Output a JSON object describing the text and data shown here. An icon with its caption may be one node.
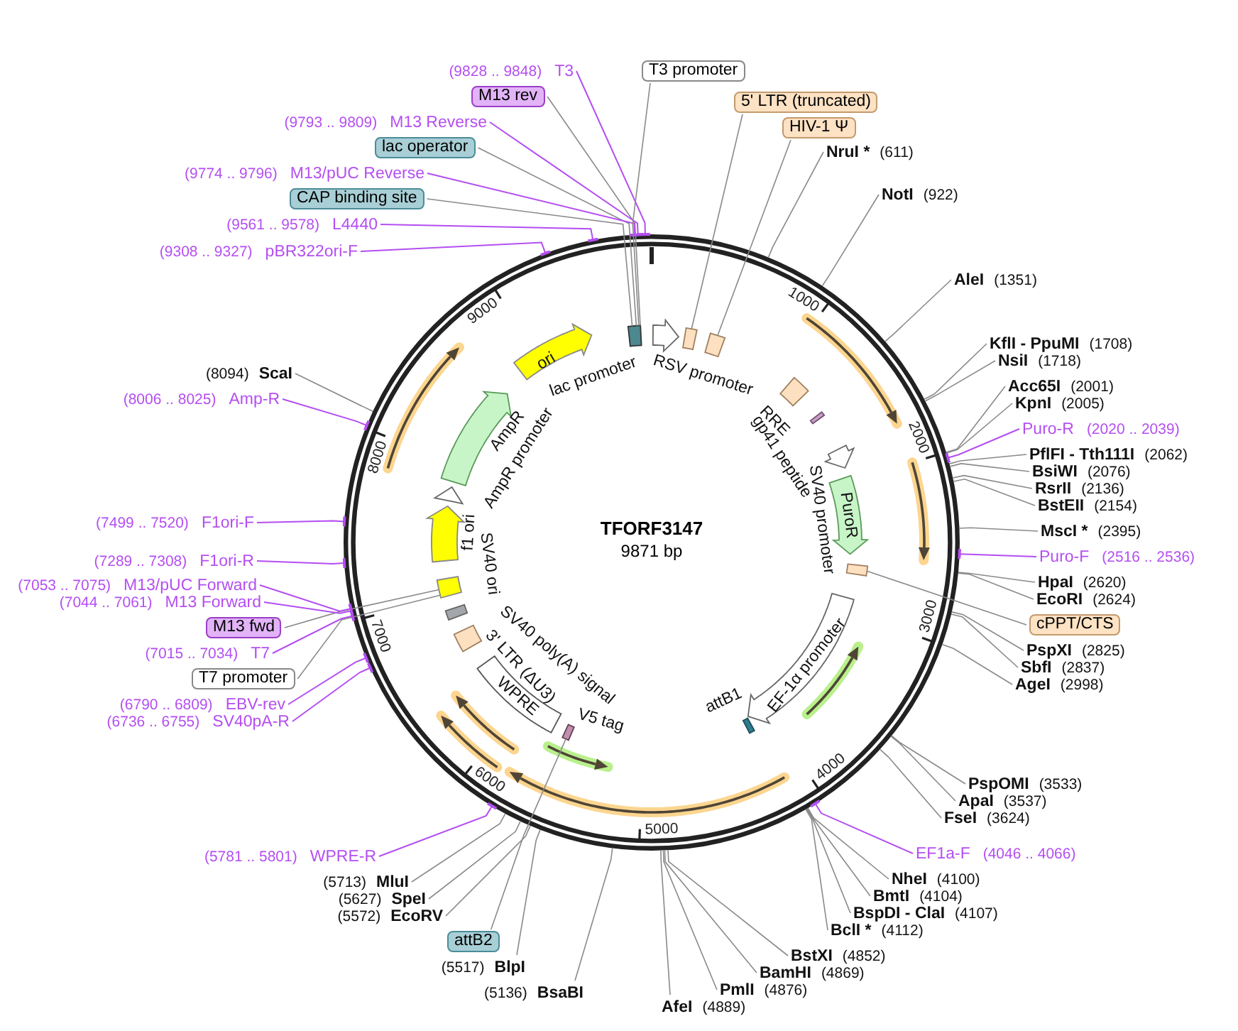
{
  "diagram": {
    "title": "TFORF3147",
    "nodes": [
      {
        "text": [
          "(9828 .. 9848)",
          "T3"
        ]
      },
      {
        "text": [
          "M13 rev"
        ]
      },
      {
        "text": [
          "(9793 .. 9809)",
          "M13 Reverse"
        ]
      },
      {
        "text": [
          "lac operator"
        ]
      },
      {
        "text": [
          "(9774 .. 9796)",
          "M13/pUC Reverse"
        ]
      },
      {
        "text": [
          "CAP binding site"
        ]
      },
      {
        "text": [
          "(9561 .. 9578)",
          "L4440"
        ]
      },
      {
        "text": [
          "(9308 .. 9327)",
          "pBR322ori-F"
        ]
      },
      {
        "text": [
          "T3 promoter"
        ]
      },
      {
        "text": [
          "5' LTR (truncated)"
        ]
      },
      {
        "text": [
          "HIV-1 Ψ"
        ]
      },
      {
        "text": [
          "NruI *",
          "(611)"
        ]
      },
      {
        "text": [
          "NotI",
          "(922)"
        ]
      },
      {
        "text": [
          "AleI",
          "(1351)"
        ]
      },
      {
        "text": [
          "KflI - PpuMI",
          "(1708)"
        ]
      },
      {
        "text": [
          "NsiI",
          "(1718)"
        ]
      },
      {
        "text": [
          "Acc65I",
          "(2001)"
        ]
      },
      {
        "text": [
          "KpnI",
          "(2005)"
        ]
      },
      {
        "text": [
          "Puro-R",
          "(2020 .. 2039)"
        ]
      },
      {
        "text": [
          "PflFI - Tth111I",
          "(2062)"
        ]
      },
      {
        "text": [
          "BsiWI",
          "(2076)"
        ]
      },
      {
        "text": [
          "RsrII",
          "(2136)"
        ]
      },
      {
        "text": [
          "BstEII",
          "(2154)"
        ]
      },
      {
        "text": [
          "MscI *",
          "(2395)"
        ]
      },
      {
        "text": [
          "Puro-F",
          "(2516 .. 2536)"
        ]
      },
      {
        "text": [
          "HpaI",
          "(2620)"
        ]
      },
      {
        "text": [
          "EcoRI",
          "(2624)"
        ]
      },
      {
        "text": [
          "cPPT/CTS"
        ]
      },
      {
        "text": [
          "PspXI",
          "(2825)"
        ]
      },
      {
        "text": [
          "SbfI",
          "(2837)"
        ]
      },
      {
        "text": [
          "AgeI",
          "(2998)"
        ]
      },
      {
        "text": [
          "PspOMI",
          "(3533)"
        ]
      },
      {
        "text": [
          "ApaI",
          "(3537)"
        ]
      },
      {
        "text": [
          "FseI",
          "(3624)"
        ]
      },
      {
        "text": [
          "EF1a-F",
          "(4046 .. 4066)"
        ]
      },
      {
        "text": [
          "NheI",
          "(4100)"
        ]
      },
      {
        "text": [
          "BmtI",
          "(4104)"
        ]
      },
      {
        "text": [
          "BspDI - ClaI",
          "(4107)"
        ]
      },
      {
        "text": [
          "BclI *",
          "(4112)"
        ]
      },
      {
        "text": [
          "BstXI",
          "(4852)"
        ]
      },
      {
        "text": [
          "BamHI",
          "(4869)"
        ]
      },
      {
        "text": [
          "PmlI",
          "(4876)"
        ]
      },
      {
        "text": [
          "AfeI",
          "(4889)"
        ]
      },
      {
        "text": [
          "(5136)",
          "BsaBI"
        ]
      },
      {
        "text": [
          "(5517)",
          "BlpI"
        ]
      },
      {
        "text": [
          "attB2"
        ]
      },
      {
        "text": [
          "(5572)",
          "EcoRV"
        ]
      },
      {
        "text": [
          "(5627)",
          "SpeI"
        ]
      },
      {
        "text": [
          "(5713)",
          "MluI"
        ]
      },
      {
        "text": [
          "(5781 .. 5801)",
          "WPRE-R"
        ]
      },
      {
        "text": [
          "(6736 .. 6755)",
          "SV40pA-R"
        ]
      },
      {
        "text": [
          "(6790 .. 6809)",
          "EBV-rev"
        ]
      },
      {
        "text": [
          "T7 promoter"
        ]
      },
      {
        "text": [
          "(7015 .. 7034)",
          "T7"
        ]
      },
      {
        "text": [
          "M13 fwd"
        ]
      },
      {
        "text": [
          "(7044 .. 7061)",
          "M13 Forward"
        ]
      },
      {
        "text": [
          "(7053 .. 7075)",
          "M13/pUC Forward"
        ]
      },
      {
        "text": [
          "(7289 .. 7308)",
          "F1ori-R"
        ]
      },
      {
        "text": [
          "(7499 .. 7520)",
          "F1ori-F"
        ]
      },
      {
        "text": [
          "(8006 .. 8025)",
          "Amp-R"
        ]
      },
      {
        "text": [
          "(8094)",
          "ScaI"
        ]
      },
      {
        "text": [],
        "shape": "circle"
      },
      {
        "text": [
          "ori"
        ],
        "in": 61
      },
      {
        "text": [
          "lac promoter"
        ],
        "in": 61
      },
      {
        "text": [
          "RSV promoter"
        ],
        "in": 61
      },
      {
        "text": [],
        "shape": "box",
        "in": 61
      },
      {
        "text": [],
        "shape": "box",
        "in": 61
      },
      {
        "text": [
          "RRE"
        ],
        "in": 61
      },
      {
        "text": [
          "gp41 peptide"
        ],
        "in": 61
      },
      {
        "text": [
          "SV40 promoter"
        ],
        "in": 61
      },
      {
        "text": [
          "PuroR"
        ],
        "in": 61
      },
      {
        "text": [],
        "shape": "box",
        "in": 61
      },
      {
        "text": [
          "EF-1α promoter"
        ],
        "in": 61
      },
      {
        "text": [
          "attB1"
        ],
        "in": 61
      },
      {
        "text": [
          "V5 tag"
        ],
        "in": 61
      },
      {
        "text": [
          "WPRE"
        ],
        "in": 61
      },
      {
        "text": [
          "3' LTR (ΔU3)"
        ],
        "in": 61
      },
      {
        "text": [
          "SV40 poly(A) signal"
        ],
        "in": 61
      },
      {
        "text": [
          "SV40 ori"
        ],
        "in": 61
      },
      {
        "text": [
          "f1 ori"
        ],
        "in": 61
      },
      {
        "text": [
          "AmpR promoter"
        ],
        "in": 61
      },
      {
        "text": [
          "AmpR"
        ],
        "in": 61
      }
    ],
    "edges": [
      {
        "from": 0,
        "to": 61,
        "arrow": "other",
        "color": "#b44ef2"
      },
      {
        "from": 1,
        "to": 63,
        "arrow": "none"
      },
      {
        "from": 2,
        "to": 61,
        "arrow": "other",
        "color": "#b44ef2"
      },
      {
        "from": 3,
        "to": 63,
        "arrow": "none"
      },
      {
        "from": 4,
        "to": 61,
        "arrow": "other",
        "color": "#b44ef2"
      },
      {
        "from": 5,
        "to": 63,
        "arrow": "none"
      },
      {
        "from": 6,
        "to": 61,
        "arrow": "other",
        "color": "#b44ef2"
      },
      {
        "from": 7,
        "to": 61,
        "arrow": "other",
        "color": "#b44ef2"
      },
      {
        "from": 8,
        "to": 63,
        "arrow": "none"
      },
      {
        "from": 9,
        "to": 65,
        "arrow": "none"
      },
      {
        "from": 10,
        "to": 66,
        "arrow": "none"
      },
      {
        "from": 11,
        "to": 61,
        "arrow": "none"
      },
      {
        "from": 12,
        "to": 61,
        "arrow": "none"
      },
      {
        "from": 13,
        "to": 61,
        "arrow": "none"
      },
      {
        "from": 14,
        "to": 61,
        "arrow": "none"
      },
      {
        "from": 15,
        "to": 61,
        "arrow": "none"
      },
      {
        "from": 16,
        "to": 61,
        "arrow": "none"
      },
      {
        "from": 17,
        "to": 61,
        "arrow": "none"
      },
      {
        "from": 18,
        "to": 61,
        "arrow": "other",
        "color": "#b44ef2"
      },
      {
        "from": 19,
        "to": 61,
        "arrow": "none"
      },
      {
        "from": 20,
        "to": 61,
        "arrow": "none"
      },
      {
        "from": 21,
        "to": 61,
        "arrow": "none"
      },
      {
        "from": 22,
        "to": 61,
        "arrow": "none"
      },
      {
        "from": 23,
        "to": 61,
        "arrow": "none"
      },
      {
        "from": 24,
        "to": 61,
        "arrow": "other",
        "color": "#b44ef2"
      },
      {
        "from": 25,
        "to": 61,
        "arrow": "none"
      },
      {
        "from": 26,
        "to": 61,
        "arrow": "none"
      },
      {
        "from": 27,
        "to": 71,
        "arrow": "none"
      },
      {
        "from": 28,
        "to": 61,
        "arrow": "none"
      },
      {
        "from": 29,
        "to": 61,
        "arrow": "none"
      },
      {
        "from": 30,
        "to": 61,
        "arrow": "none"
      },
      {
        "from": 31,
        "to": 61,
        "arrow": "none"
      },
      {
        "from": 32,
        "to": 61,
        "arrow": "none"
      },
      {
        "from": 33,
        "to": 61,
        "arrow": "none"
      },
      {
        "from": 34,
        "to": 61,
        "arrow": "other",
        "color": "#b44ef2"
      },
      {
        "from": 35,
        "to": 61,
        "arrow": "none"
      },
      {
        "from": 36,
        "to": 61,
        "arrow": "none"
      },
      {
        "from": 37,
        "to": 61,
        "arrow": "none"
      },
      {
        "from": 38,
        "to": 61,
        "arrow": "none"
      },
      {
        "from": 39,
        "to": 61,
        "arrow": "none"
      },
      {
        "from": 40,
        "to": 61,
        "arrow": "none"
      },
      {
        "from": 41,
        "to": 61,
        "arrow": "none"
      },
      {
        "from": 42,
        "to": 61,
        "arrow": "none"
      },
      {
        "from": 43,
        "to": 61,
        "arrow": "none"
      },
      {
        "from": 44,
        "to": 61,
        "arrow": "none"
      },
      {
        "from": 45,
        "to": 74,
        "arrow": "none"
      },
      {
        "from": 46,
        "to": 61,
        "arrow": "none"
      },
      {
        "from": 47,
        "to": 61,
        "arrow": "none"
      },
      {
        "from": 48,
        "to": 61,
        "arrow": "none"
      },
      {
        "from": 49,
        "to": 61,
        "arrow": "other",
        "color": "#b44ef2"
      },
      {
        "from": 50,
        "to": 61,
        "arrow": "other",
        "color": "#b44ef2"
      },
      {
        "from": 51,
        "to": 61,
        "arrow": "other",
        "color": "#b44ef2"
      },
      {
        "from": 52,
        "to": 78,
        "arrow": "none"
      },
      {
        "from": 53,
        "to": 61,
        "arrow": "other",
        "color": "#b44ef2"
      },
      {
        "from": 54,
        "to": 78,
        "arrow": "none"
      },
      {
        "from": 55,
        "to": 61,
        "arrow": "other",
        "color": "#b44ef2"
      },
      {
        "from": 56,
        "to": 61,
        "arrow": "other",
        "color": "#b44ef2"
      },
      {
        "from": 57,
        "to": 61,
        "arrow": "other",
        "color": "#b44ef2"
      },
      {
        "from": 58,
        "to": 61,
        "arrow": "other",
        "color": "#b44ef2"
      },
      {
        "from": 59,
        "to": 61,
        "arrow": "other",
        "color": "#b44ef2"
      },
      {
        "from": 60,
        "to": 61,
        "arrow": "none"
      }
    ],
    "labels": [
      "1000",
      "2000",
      "3000",
      "4000",
      "5000",
      "6000",
      "7000",
      "8000",
      "9000",
      "9871 bp"
    ]
  }
}
